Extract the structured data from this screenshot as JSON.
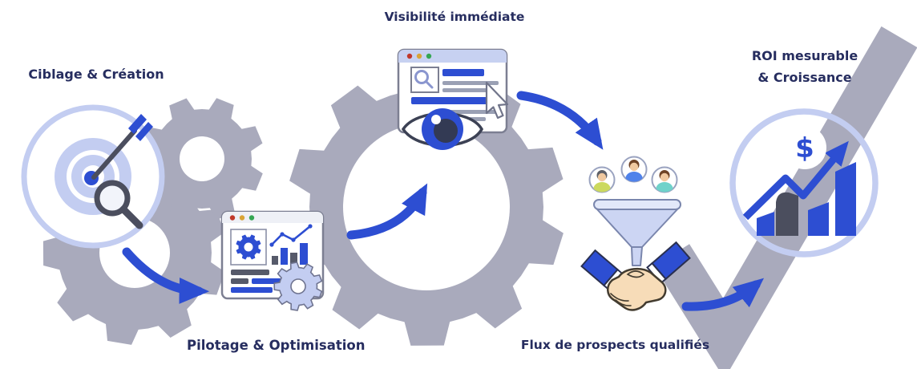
{
  "labels": {
    "step1": "Ciblage & Création",
    "step2": "Visibilité immédiate",
    "step3": "Pilotage & Optimisation",
    "step4": "Flux de prospects qualifiés",
    "step5_line1": "ROI mesurable",
    "step5_line2": "& Croissance"
  },
  "icons": {
    "target": "target-dart-magnifier-icon",
    "dashboard": "dashboard-browser-gears-icon",
    "eye_browser": "browser-search-eye-icon",
    "funnel": "prospects-funnel-handshake-icon",
    "growth": "roi-growth-chart-dollar-icon",
    "dollar_symbol": "$"
  },
  "colors": {
    "label_text": "#262d5f",
    "accent_blue": "#2d4ed2",
    "periwinkle": "#c3cdf1",
    "gear_gray": "#a9aabc",
    "dark_gray": "#4b4e5e",
    "dot_red": "#c0392b",
    "dot_yellow": "#d9a437",
    "dot_green": "#35a653",
    "skin": "#f7dcb8"
  }
}
